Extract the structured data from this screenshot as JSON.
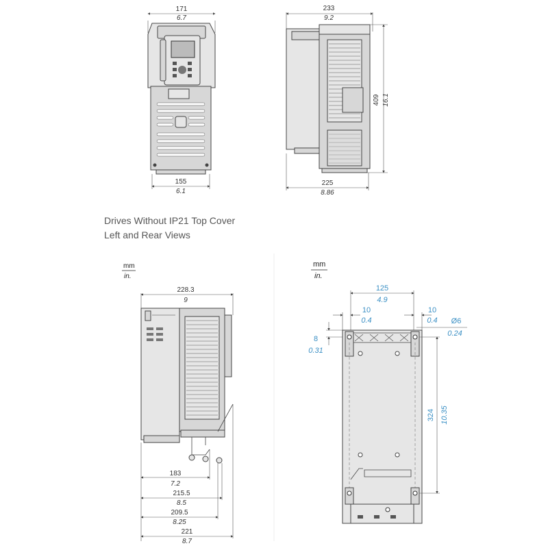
{
  "captions": {
    "line1": "Drives Without IP21 Top Cover",
    "line2": "Left and Rear Views"
  },
  "units": {
    "left": {
      "mm": "mm",
      "in": "in."
    },
    "right": {
      "mm": "mm",
      "in": "in."
    }
  },
  "front_view": {
    "top_width": {
      "mm": "171",
      "in": "6.7"
    },
    "bottom_width": {
      "mm": "155",
      "in": "6.1"
    }
  },
  "side_view_top": {
    "top_width": {
      "mm": "233",
      "in": "9.2"
    },
    "height": {
      "mm": "409",
      "in": "16.1"
    },
    "bottom_width": {
      "mm": "225",
      "in": "8.86"
    }
  },
  "side_view_bottom": {
    "top_width": {
      "mm": "228.3",
      "in": "9"
    },
    "dims": [
      {
        "mm": "183",
        "in": "7.2"
      },
      {
        "mm": "215.5",
        "in": "8.5"
      },
      {
        "mm": "209.5",
        "in": "8.25"
      },
      {
        "mm": "221",
        "in": "8.7"
      }
    ]
  },
  "rear_view": {
    "hole_spacing": {
      "mm": "125",
      "in": "4.9"
    },
    "left_offset": {
      "mm": "10",
      "in": "0.4"
    },
    "right_offset": {
      "mm": "10",
      "in": "0.4"
    },
    "hole_diameter": {
      "mm": "Ø6",
      "in": "0.24"
    },
    "top_offset": {
      "mm": "8",
      "in": "0.31"
    },
    "vertical_spacing": {
      "mm": "324",
      "in": "10.35"
    }
  }
}
